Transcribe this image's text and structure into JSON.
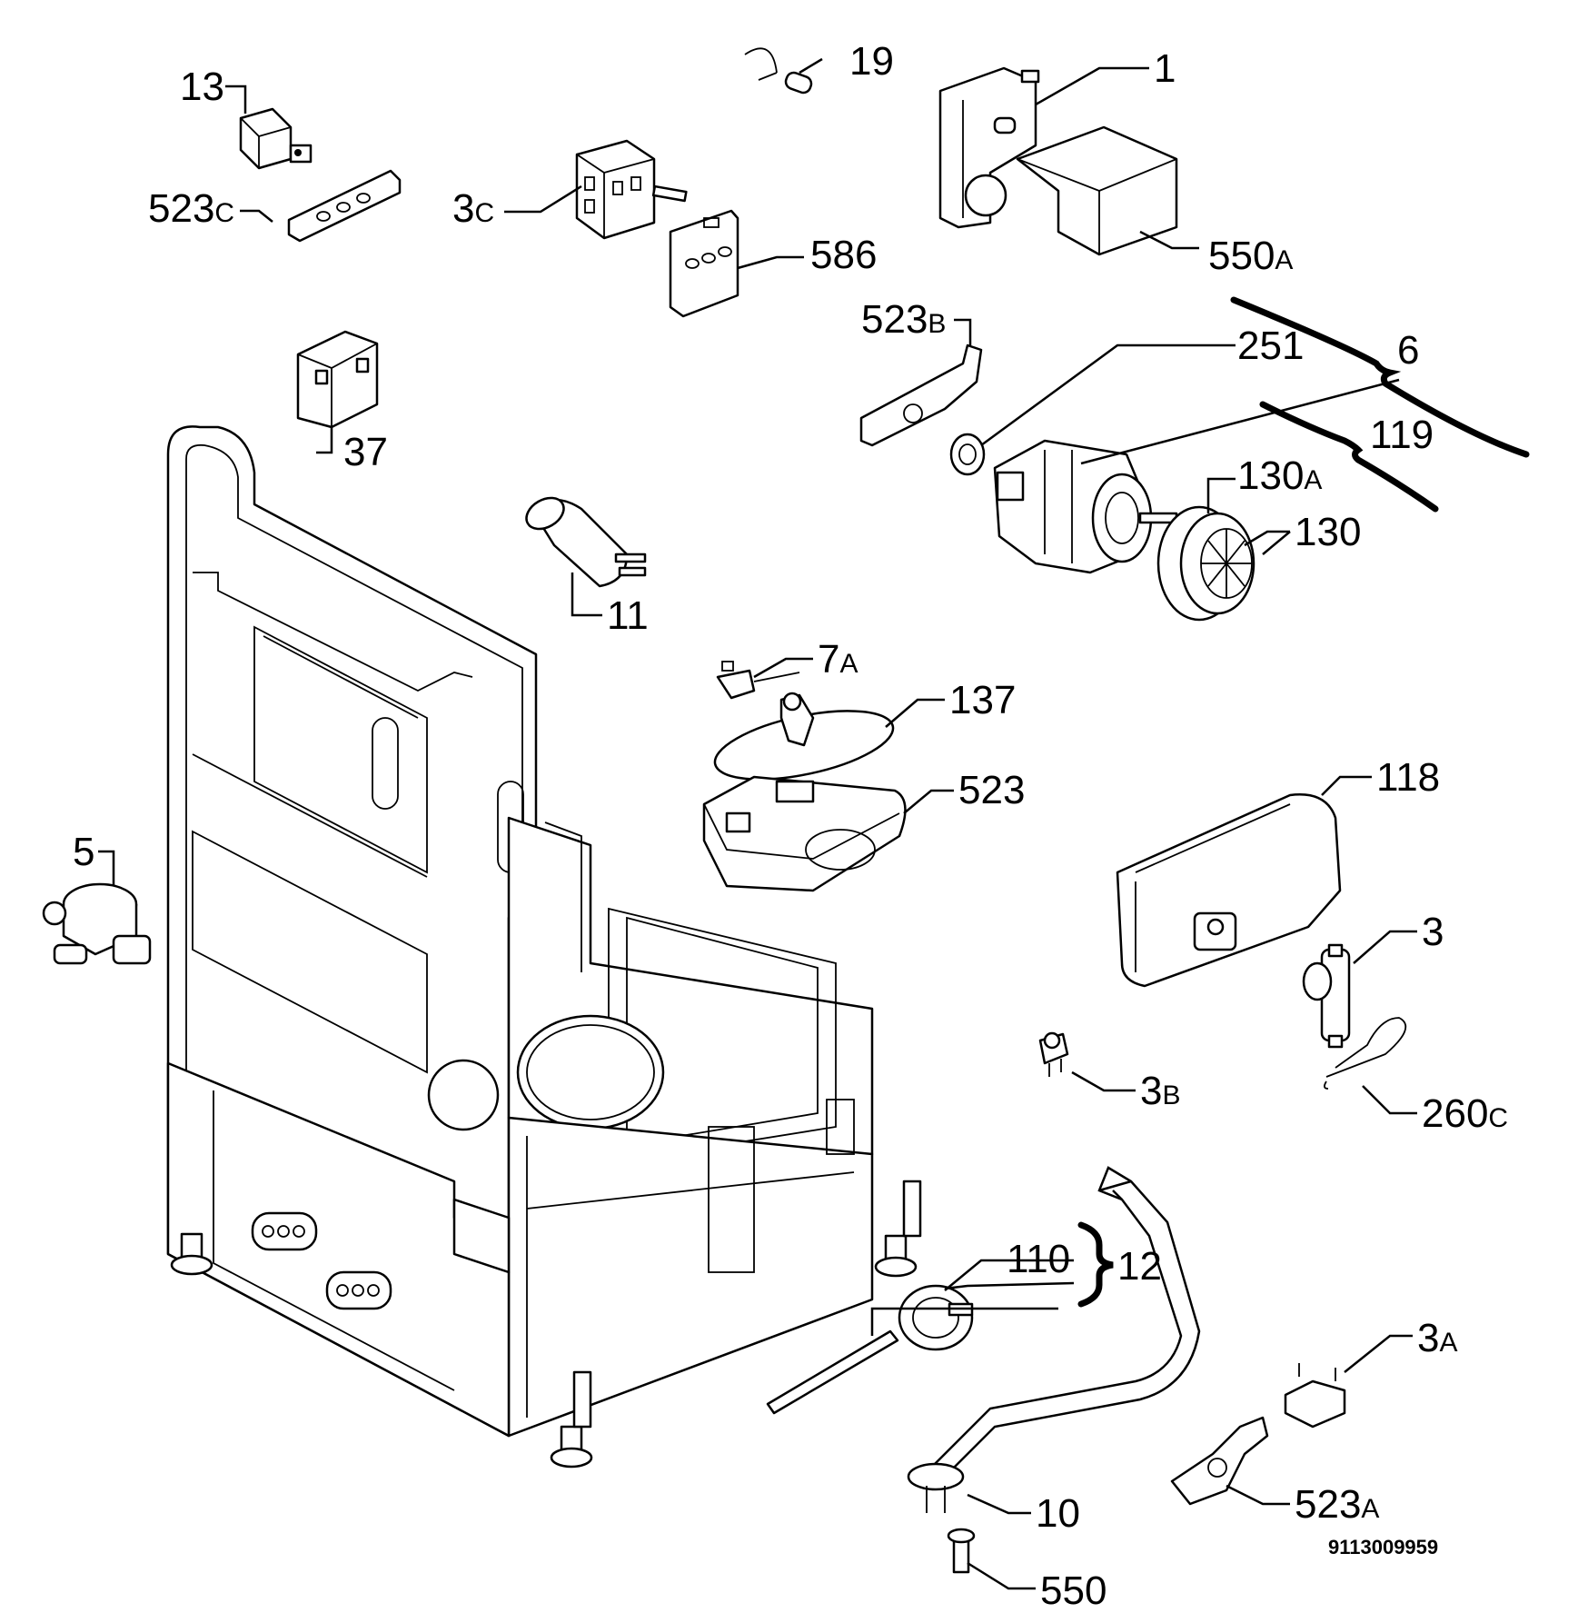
{
  "labels": {
    "p13": "13",
    "p19": "19",
    "p1": "1",
    "p523c": "523",
    "p523c_suffix": "C",
    "p3c": "3",
    "p3c_suffix": "C",
    "p550a": "550",
    "p550a_suffix": "A",
    "p586": "586",
    "p523b": "523",
    "p523b_suffix": "B",
    "p251": "251",
    "p6": "6",
    "p37": "37",
    "p119": "119",
    "p130a": "130",
    "p130a_suffix": "A",
    "p130": "130",
    "p11": "11",
    "p7a": "7",
    "p7a_suffix": "A",
    "p137": "137",
    "p523": "523",
    "p118": "118",
    "p5": "5",
    "p3": "3",
    "p3b": "3",
    "p3b_suffix": "B",
    "p260c": "260",
    "p260c_suffix": "C",
    "p110": "110",
    "p12": "12",
    "p3a": "3",
    "p3a_suffix": "A",
    "p523a": "523",
    "p523a_suffix": "A",
    "p10": "10",
    "p550": "550"
  },
  "document_number": "9113009959"
}
